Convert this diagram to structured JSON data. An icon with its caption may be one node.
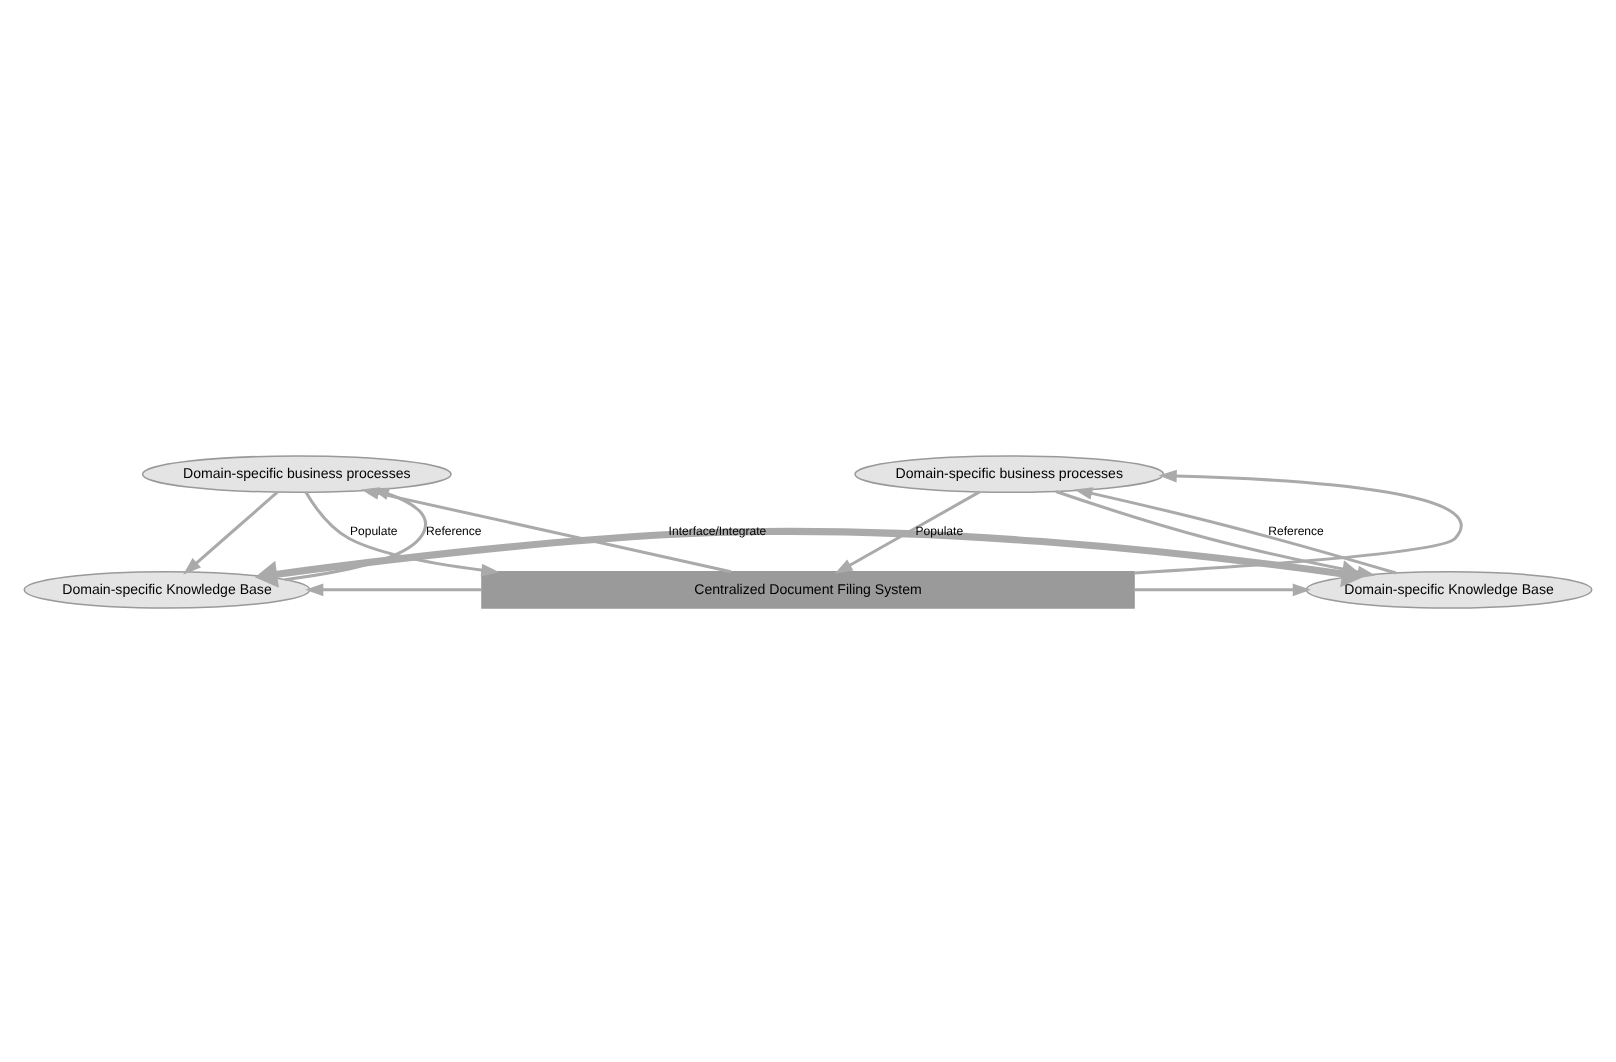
{
  "diagram": {
    "nodes": [
      {
        "text": [
          "Domain-specific business processes"
        ]
      },
      {
        "text": [
          "Domain-specific Knowledge Base"
        ]
      },
      {
        "text": [
          "Domain-specific business processes"
        ]
      },
      {
        "text": [
          "Domain-specific Knowledge Base"
        ]
      },
      {
        "text": [
          "Centralized Document Filing System"
        ]
      }
    ],
    "edges": [
      {
        "from": 4,
        "to": 0,
        "arrow": "to"
      },
      {
        "from": 1,
        "to": 0,
        "arrow": "to",
        "label": "Reference"
      },
      {
        "from": 0,
        "to": 1,
        "arrow": "to"
      },
      {
        "from": 0,
        "to": 4,
        "arrow": "to",
        "label": "Populate"
      },
      {
        "from": 4,
        "to": 1,
        "arrow": "to"
      },
      {
        "from": 1,
        "to": 3,
        "arrow": "both",
        "label": "Interface/Integrate",
        "style": "thick"
      },
      {
        "from": 4,
        "to": 2,
        "arrow": "to"
      },
      {
        "from": 3,
        "to": 2,
        "arrow": "to",
        "label": "Reference"
      },
      {
        "from": 2,
        "to": 3,
        "arrow": "to"
      },
      {
        "from": 2,
        "to": 4,
        "arrow": "to",
        "label": "Populate"
      },
      {
        "from": 4,
        "to": 3,
        "arrow": "to"
      }
    ]
  }
}
